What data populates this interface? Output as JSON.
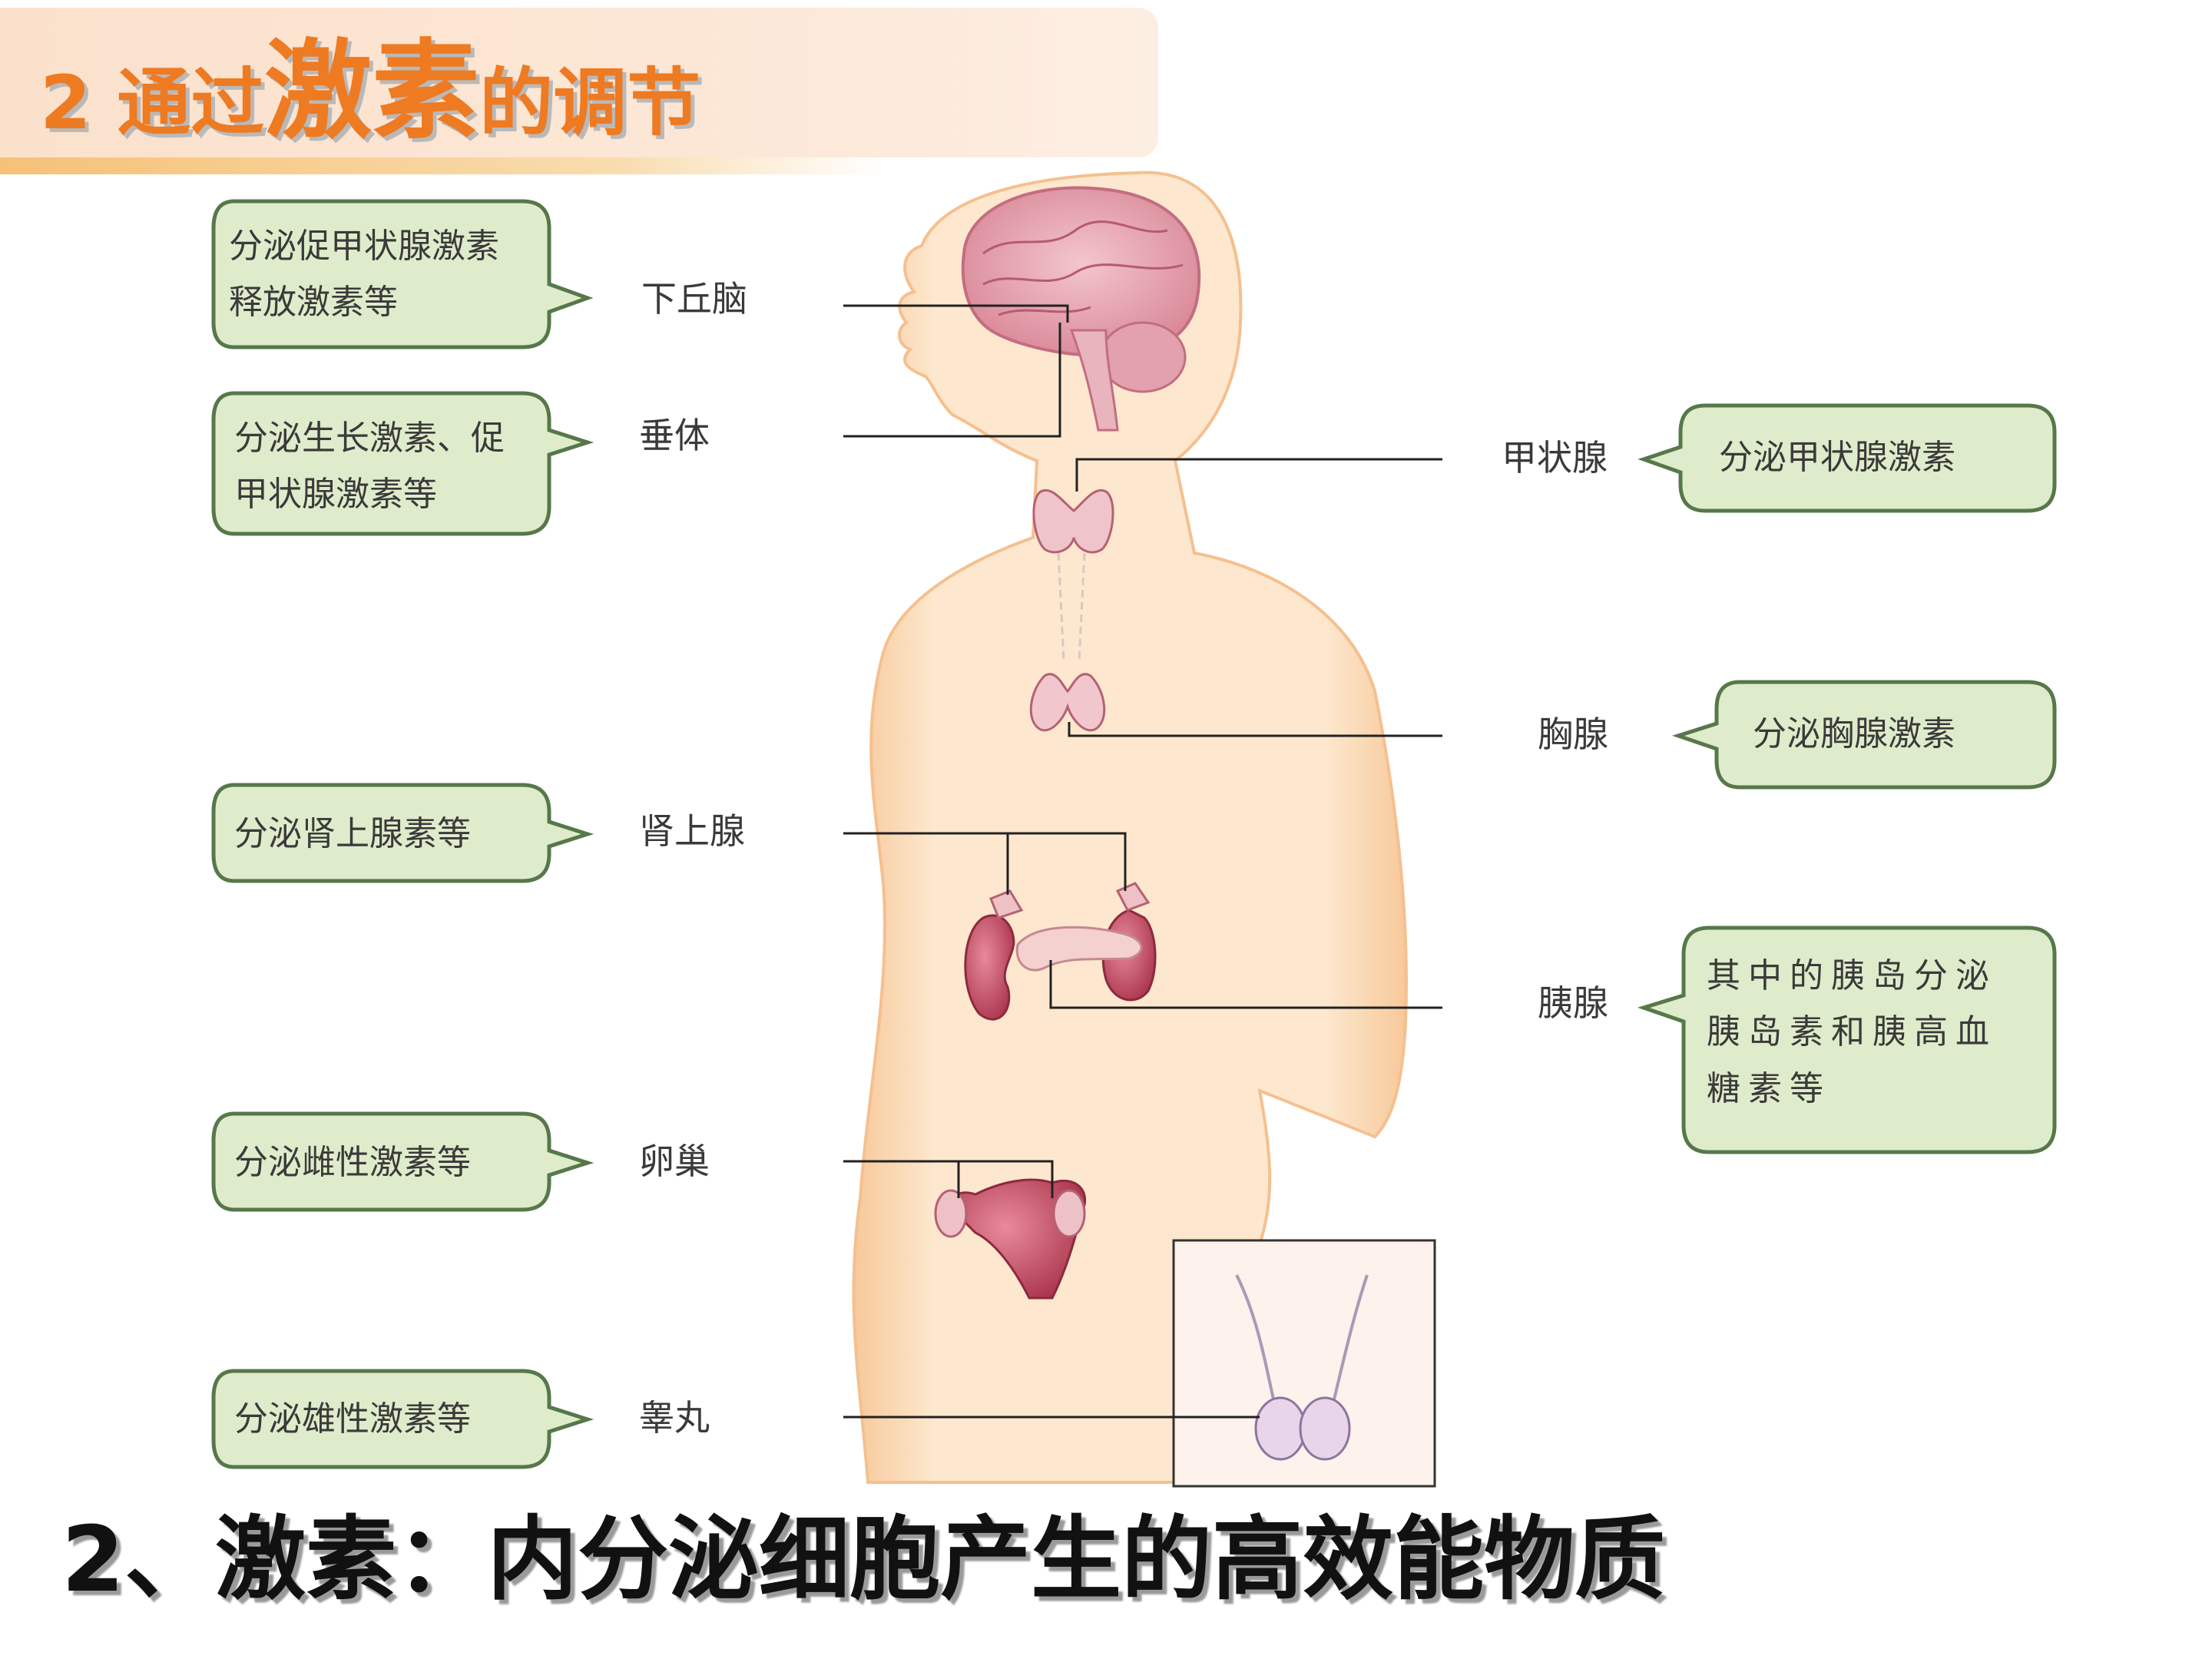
{
  "title": {
    "prefix": "2 通过",
    "emphasis": "激素",
    "suffix": "的调节"
  },
  "left_glands": [
    {
      "organ": "下丘脑",
      "callout": [
        "分泌促甲状腺激素",
        "释放激素等"
      ]
    },
    {
      "organ": "垂体",
      "callout": [
        "分泌生长激素、促",
        "甲状腺激素等"
      ]
    },
    {
      "organ": "肾上腺",
      "callout": [
        "分泌肾上腺素等"
      ]
    },
    {
      "organ": "卵巢",
      "callout": [
        "分泌雌性激素等"
      ]
    },
    {
      "organ": "睾丸",
      "callout": [
        "分泌雄性激素等"
      ]
    }
  ],
  "right_glands": [
    {
      "organ": "甲状腺",
      "callout": [
        "分泌甲状腺激素"
      ]
    },
    {
      "organ": "胸腺",
      "callout": [
        "分泌胸腺激素"
      ]
    },
    {
      "organ": "胰腺",
      "callout": [
        "其中的胰岛分泌",
        "胰岛素和胰高血",
        "糖素等"
      ]
    }
  ],
  "caption": "2、激素：内分泌细胞产生的高效能物质",
  "colors": {
    "title": "#ee7a22",
    "callout_fill": "#dfeccb",
    "callout_border": "#56784a",
    "body": "#fbe3c7",
    "organ": "#c8485e",
    "brain": "#e6a2ae"
  }
}
